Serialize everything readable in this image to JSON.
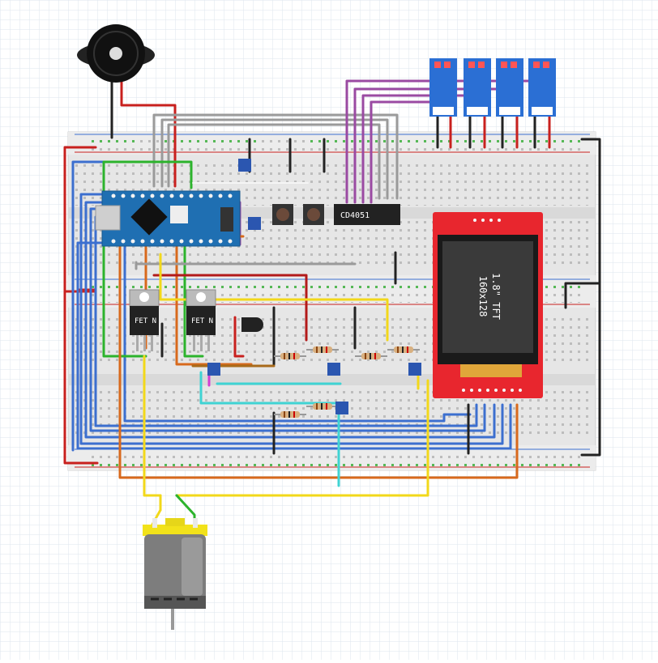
{
  "diagram": {
    "ic_label": "CD4051",
    "display_label_line1": "1.8\" TFT",
    "display_label_line2": "160x128",
    "fet1_label": "FET N",
    "fet2_label": "FET N"
  },
  "colors": {
    "wire_red": "#c8201e",
    "wire_blue": "#3c6fcf",
    "wire_green": "#2cb32c",
    "wire_yellow": "#f2d81a",
    "wire_orange": "#d8691c",
    "wire_purple": "#9a4aa2",
    "wire_gray": "#9a9a9a",
    "wire_black": "#222222",
    "wire_cyan": "#3fd3d3",
    "arduino_blue": "#1f6fb2",
    "tft_red": "#e8262e",
    "breadboard": "#e8e8e8"
  }
}
